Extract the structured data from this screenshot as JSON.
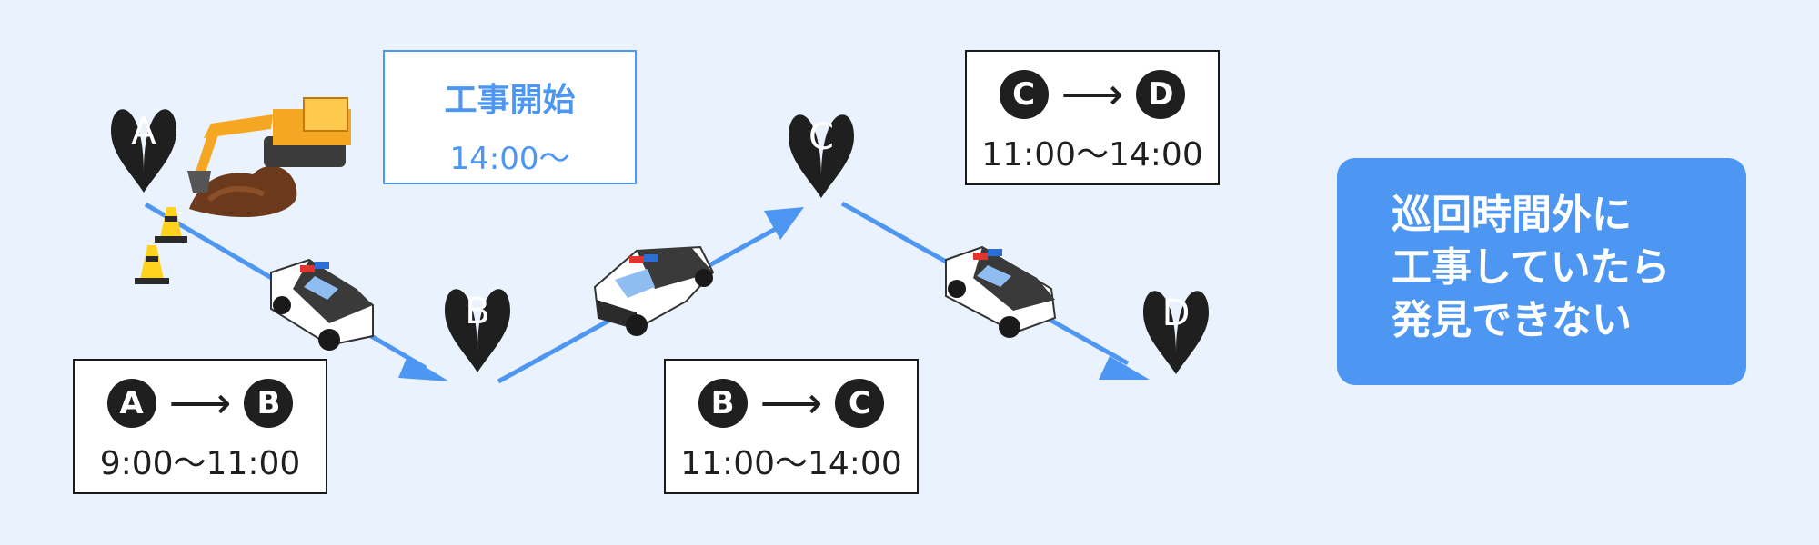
{
  "markers": [
    {
      "id": "a",
      "label": "A"
    },
    {
      "id": "b",
      "label": "B"
    },
    {
      "id": "c",
      "label": "C"
    },
    {
      "id": "d",
      "label": "D"
    }
  ],
  "construction": {
    "title": "工事開始",
    "time": "14:00〜"
  },
  "routes": [
    {
      "from": "A",
      "to": "B",
      "time": "9:00〜11:00"
    },
    {
      "from": "B",
      "to": "C",
      "time": "11:00〜14:00"
    },
    {
      "from": "C",
      "to": "D",
      "time": "11:00〜14:00"
    }
  ],
  "route_arrow_glyph": "⟶",
  "callout": {
    "lines": [
      "巡回時間外に",
      "工事していたら",
      "発見できない"
    ]
  },
  "colors": {
    "accent": "#4d96f2",
    "marker": "#1f1f1f",
    "background": "#eaf2fd"
  }
}
